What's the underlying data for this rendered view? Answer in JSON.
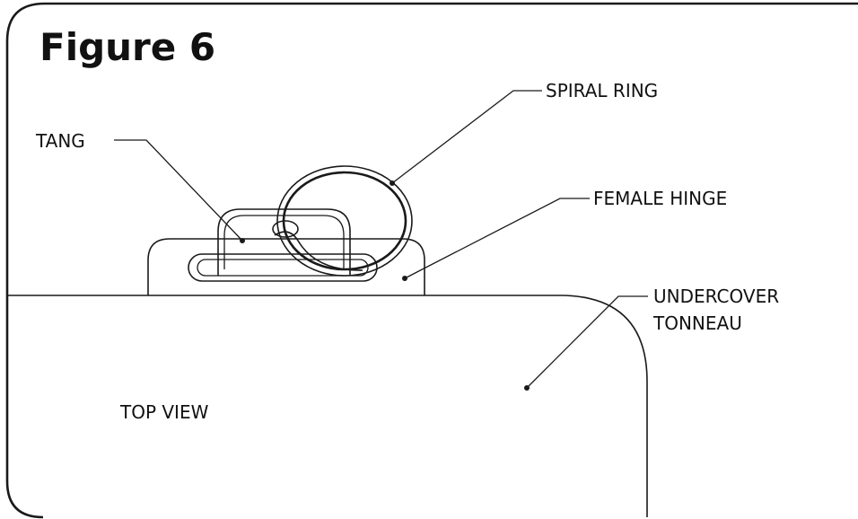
{
  "figure": {
    "title": "Figure 6",
    "view_label": "TOP VIEW"
  },
  "callouts": {
    "tang": "TANG",
    "spiral_ring": "SPIRAL RING",
    "female_hinge": "FEMALE HINGE",
    "undercover_line1": "UNDERCOVER",
    "undercover_line2": "TONNEAU"
  }
}
